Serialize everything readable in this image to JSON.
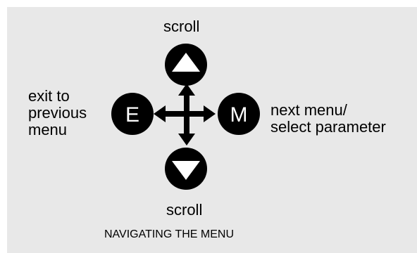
{
  "labels": {
    "scroll_up": "scroll",
    "scroll_down": "scroll",
    "exit_lines": [
      "exit to",
      "previous",
      "menu"
    ],
    "next_lines": [
      "next menu/",
      "select parameter"
    ],
    "caption": "NAVIGATING THE MENU"
  },
  "buttons": {
    "up": {
      "icon": "triangle-up-icon"
    },
    "down": {
      "icon": "triangle-down-icon"
    },
    "exit": {
      "letter": "E"
    },
    "menu": {
      "letter": "M"
    }
  },
  "center": {
    "icon": "four-way-arrow-icon"
  },
  "colors": {
    "panel": "#e8e8e8",
    "button": "#000000",
    "glyph": "#ffffff"
  }
}
